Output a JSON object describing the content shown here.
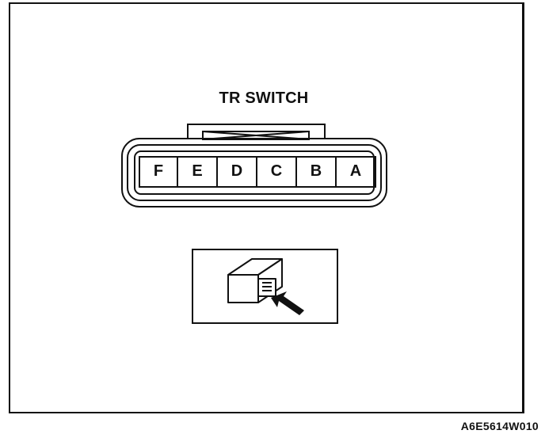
{
  "diagram": {
    "title": "TR SWITCH",
    "pins": [
      "F",
      "E",
      "D",
      "C",
      "B",
      "A"
    ],
    "figure_code": "A6E5614W010"
  }
}
